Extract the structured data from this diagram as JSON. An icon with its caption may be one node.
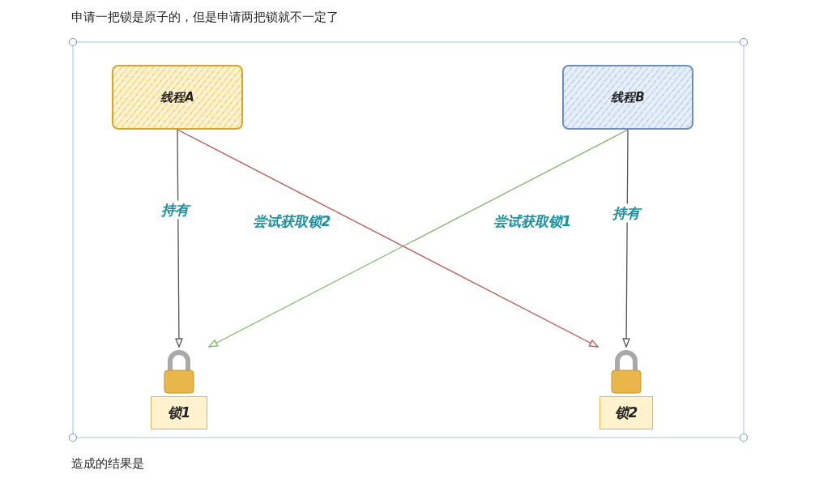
{
  "diagram": {
    "title": "申请一把锁是原子的，但是申请两把锁就不一定了",
    "caption": "造成的结果是",
    "nodes": [
      {
        "text": [
          "线程A"
        ]
      },
      {
        "text": [
          "线程B"
        ]
      },
      {
        "text": [
          "锁1"
        ]
      },
      {
        "text": [
          "锁2"
        ]
      }
    ],
    "edges": [
      {
        "from": 0,
        "to": 2,
        "arrow": "to",
        "label": "持有"
      },
      {
        "from": 0,
        "to": 3,
        "arrow": "to",
        "label": "尝试获取锁2",
        "color": "#b85450"
      },
      {
        "from": 1,
        "to": 2,
        "arrow": "to",
        "label": "尝试获取锁1",
        "color": "#82b366"
      },
      {
        "from": 1,
        "to": 3,
        "arrow": "to",
        "label": "持有"
      }
    ]
  }
}
